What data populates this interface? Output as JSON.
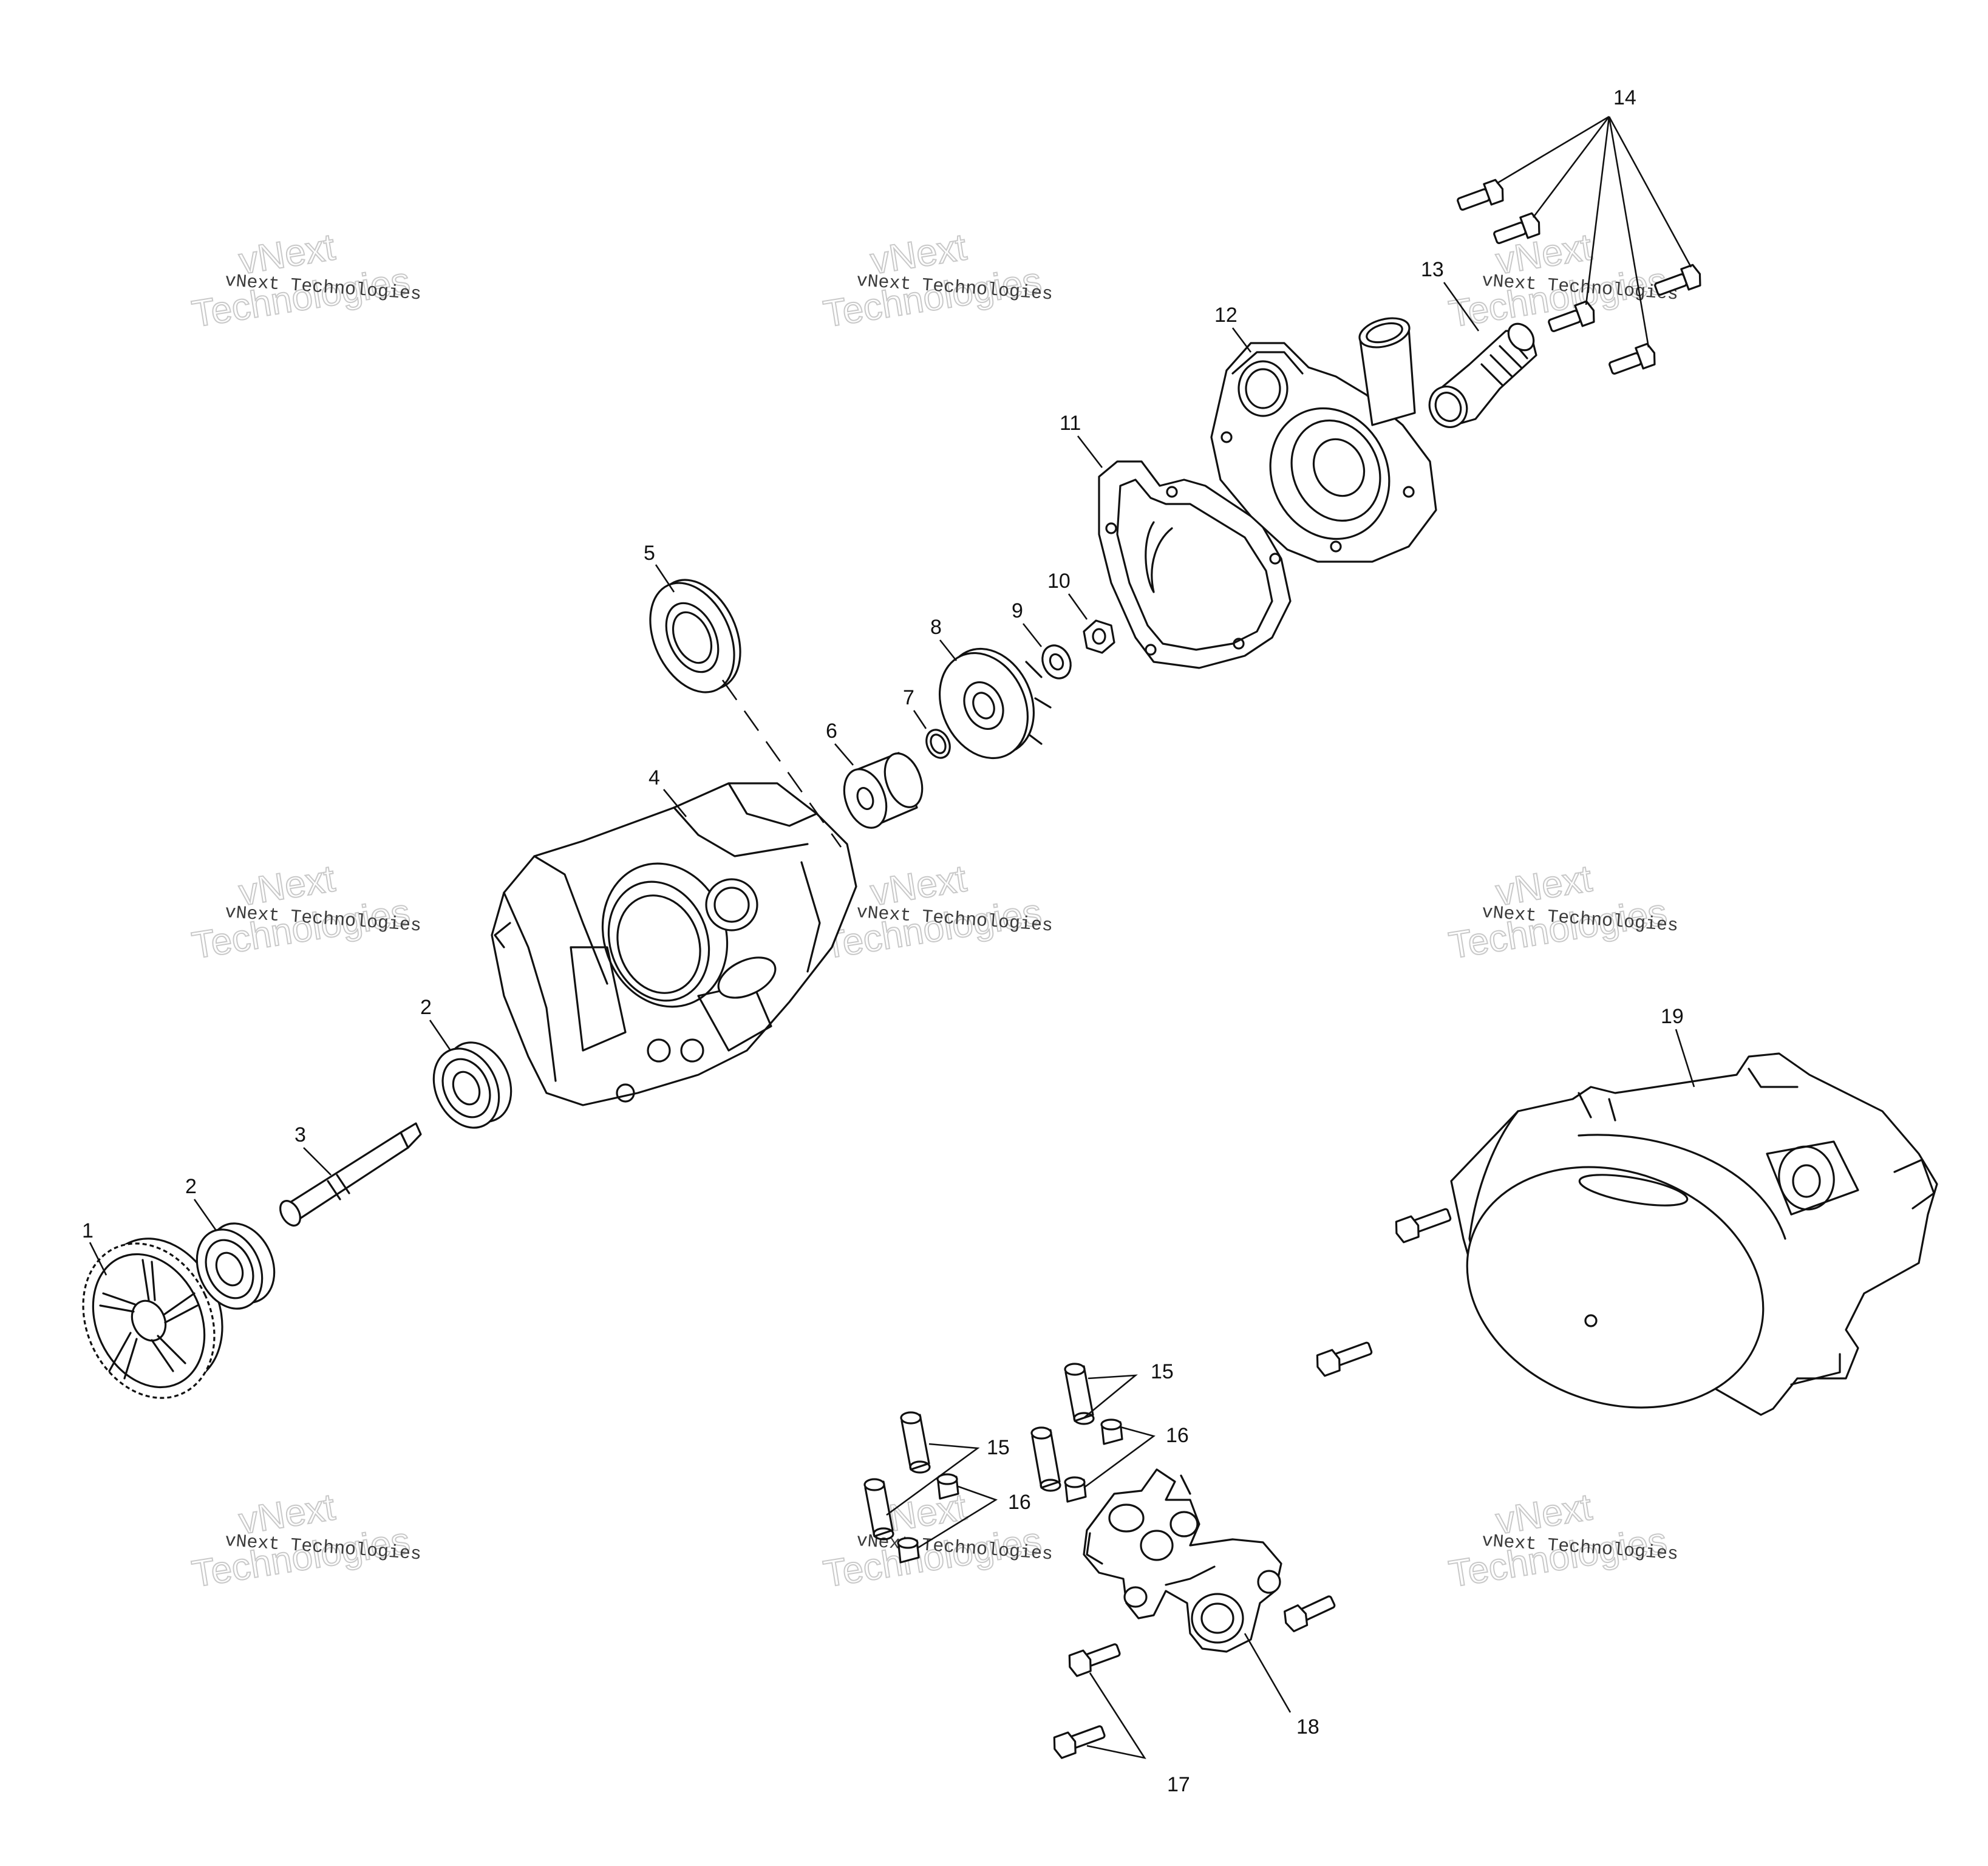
{
  "watermark": {
    "line1": "vNext Technologies",
    "big_top": "vNext",
    "big_bottom": "Technologies"
  },
  "callouts": {
    "p1": "1",
    "p2a": "2",
    "p2b": "2",
    "p3": "3",
    "p4": "4",
    "p5": "5",
    "p6": "6",
    "p7": "7",
    "p8": "8",
    "p9": "9",
    "p10": "10",
    "p11": "11",
    "p12": "12",
    "p13": "13",
    "p14": "14",
    "p15a": "15",
    "p15b": "15",
    "p16a": "16",
    "p16b": "16",
    "p17": "17",
    "p18": "18",
    "p19": "19"
  }
}
